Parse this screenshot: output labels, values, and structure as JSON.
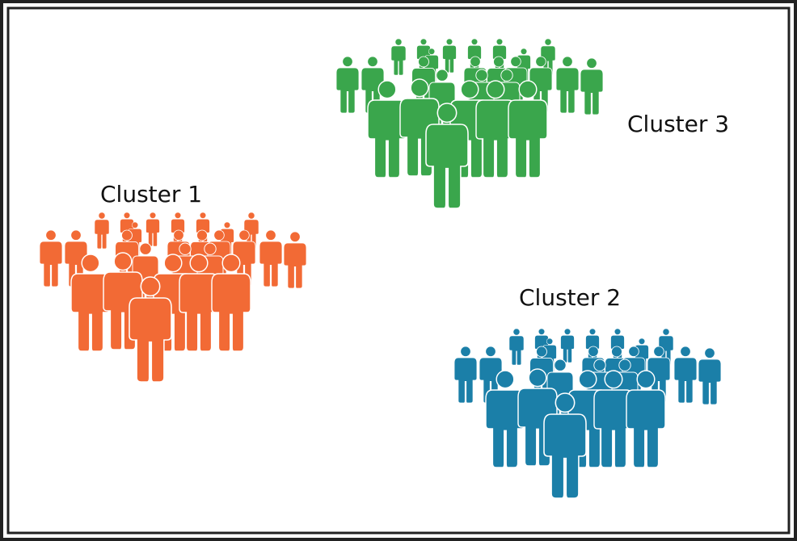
{
  "clusters": [
    {
      "id": "cluster-1",
      "label": "Cluster 1",
      "color": "#f26a35"
    },
    {
      "id": "cluster-2",
      "label": "Cluster 2",
      "color": "#1b7fa8"
    },
    {
      "id": "cluster-3",
      "label": "Cluster 3",
      "color": "#3aa64c"
    }
  ],
  "icon": "person-icon",
  "frame_color": "#222222"
}
